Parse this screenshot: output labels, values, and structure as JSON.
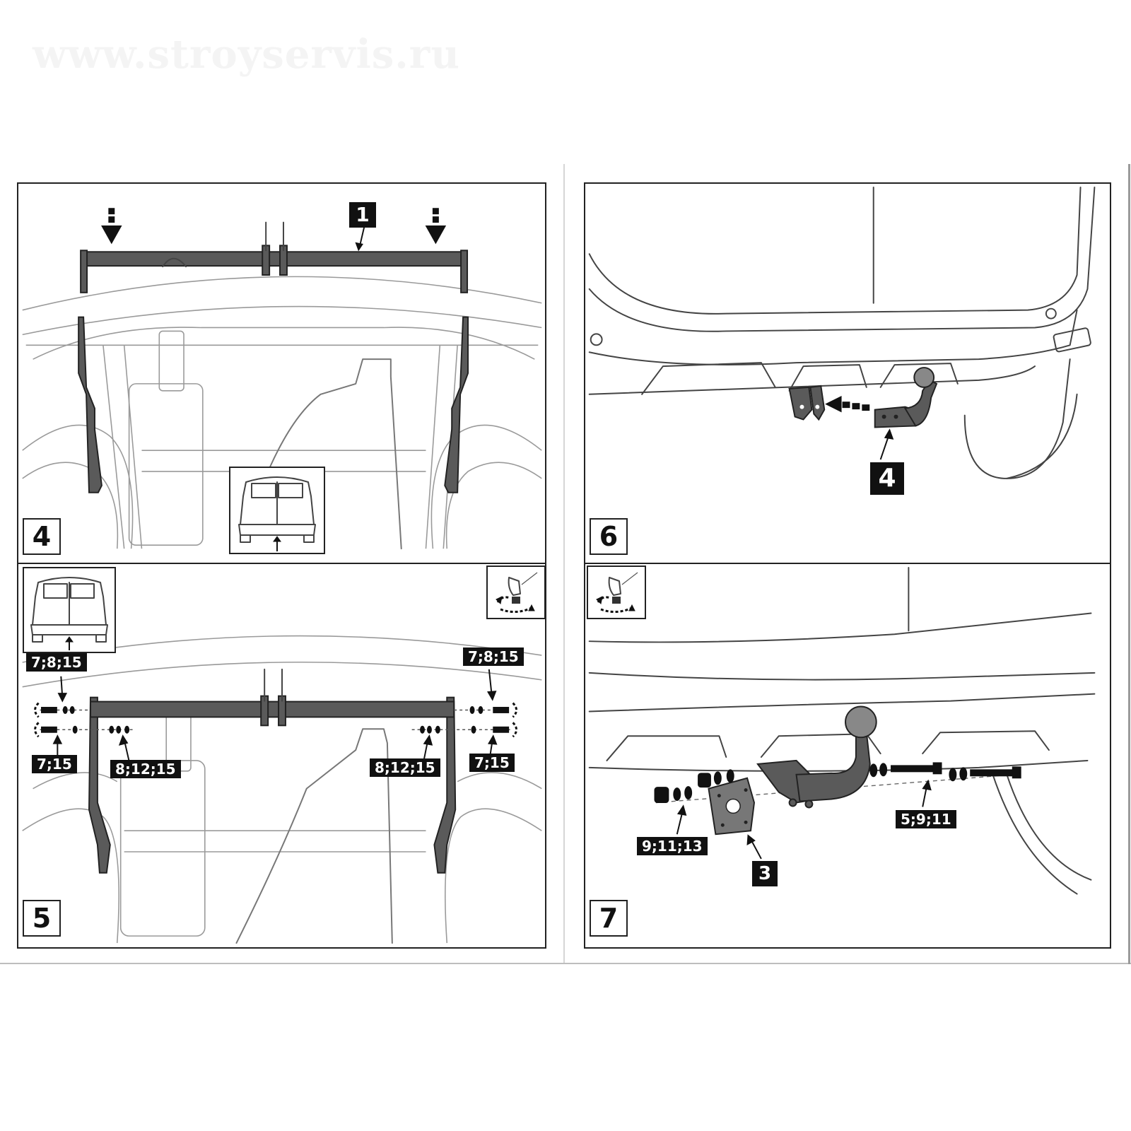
{
  "watermark": "www.stroyservis.ru",
  "panels": [
    {
      "id": "step-4",
      "number": "4",
      "labels": [
        {
          "text": "1"
        }
      ]
    },
    {
      "id": "step-5",
      "number": "5",
      "labels": [
        {
          "text": "7;8;15"
        },
        {
          "text": "7;8;15"
        },
        {
          "text": "7;15"
        },
        {
          "text": "8;12;15"
        },
        {
          "text": "8;12;15"
        },
        {
          "text": "7;15"
        }
      ]
    },
    {
      "id": "step-6",
      "number": "6",
      "labels": [
        {
          "text": "4"
        }
      ]
    },
    {
      "id": "step-7",
      "number": "7",
      "labels": [
        {
          "text": "3"
        },
        {
          "text": "9;11;13"
        },
        {
          "text": "5;9;11"
        }
      ]
    }
  ],
  "icons": [
    "torque-wrench-icon",
    "van-rear-view-icon"
  ],
  "colors": {
    "frame": "#222222",
    "towbar": "#5a5a5a",
    "label_bg": "#111111",
    "label_fg": "#ffffff"
  }
}
